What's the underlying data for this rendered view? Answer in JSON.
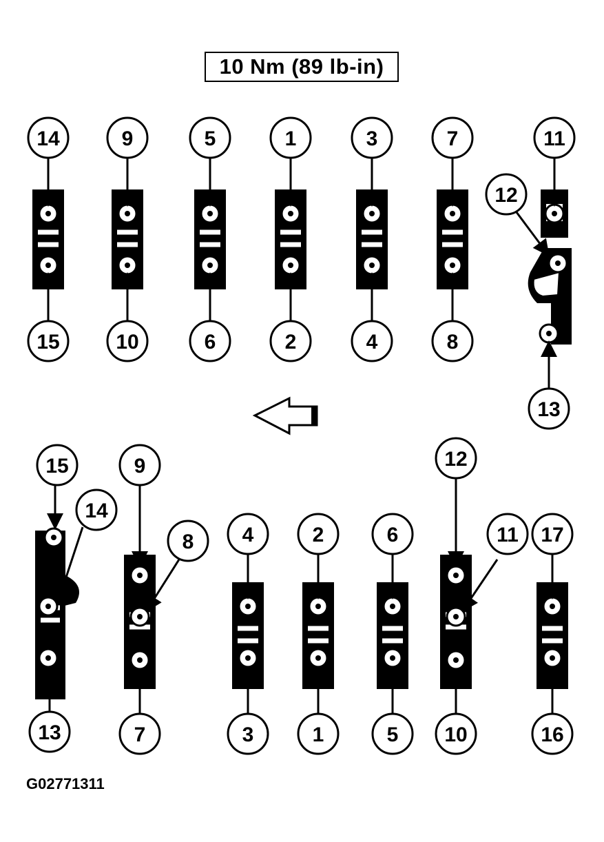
{
  "diagram": {
    "torque_spec": "10 Nm (89 lb-in)",
    "reference_code": "G02771311",
    "direction_indicator": "arrow-left-icon",
    "colors": {
      "ink": "#000000",
      "paper": "#ffffff"
    },
    "upper_row": {
      "pairs": [
        {
          "top": "14",
          "bottom": "15"
        },
        {
          "top": "9",
          "bottom": "10"
        },
        {
          "top": "5",
          "bottom": "6"
        },
        {
          "top": "1",
          "bottom": "2"
        },
        {
          "top": "3",
          "bottom": "4"
        },
        {
          "top": "7",
          "bottom": "8"
        }
      ],
      "cam_bracket": {
        "top": "11",
        "middle": "12",
        "bottom": "13"
      }
    },
    "lower_row": {
      "cam_bracket": {
        "top": "15",
        "middle": "14",
        "bottom": "13"
      },
      "triples": [
        {
          "top": "9",
          "middle": "8",
          "bottom": "7"
        },
        {
          "top": "12",
          "middle": "11",
          "bottom": "10"
        }
      ],
      "pairs": [
        {
          "top": "4",
          "bottom": "3"
        },
        {
          "top": "2",
          "bottom": "1"
        },
        {
          "top": "6",
          "bottom": "5"
        },
        {
          "top": "17",
          "bottom": "16"
        }
      ]
    }
  }
}
